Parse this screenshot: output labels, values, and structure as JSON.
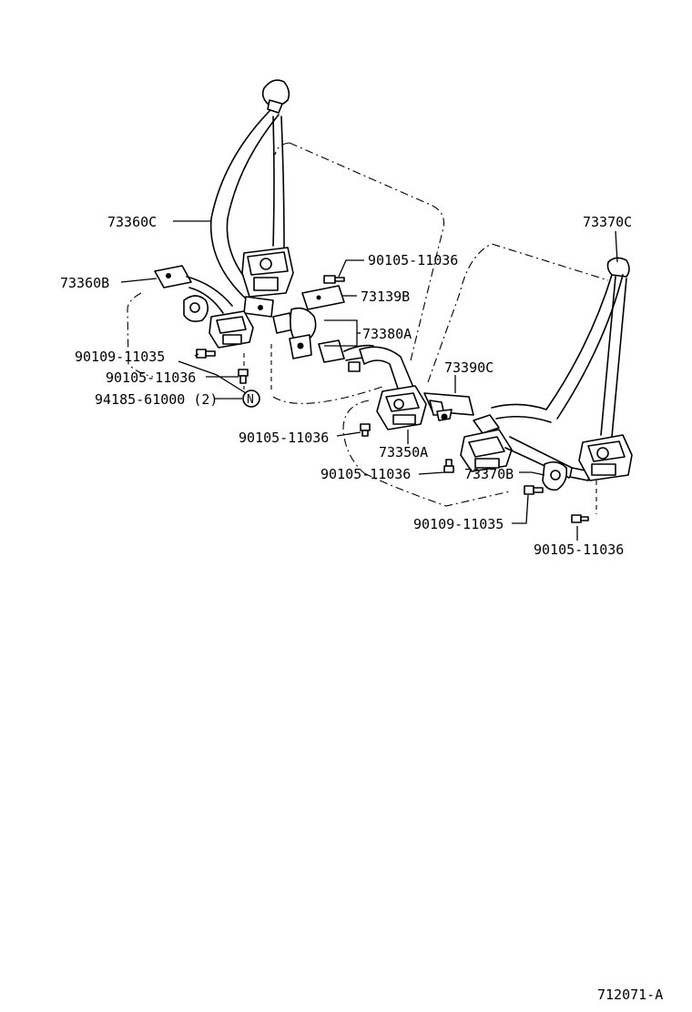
{
  "diagram": {
    "labels": {
      "p73360C": "73360C",
      "p73360B": "73360B",
      "p90105_11036_a": "90105-11036",
      "p73139B": "73139B",
      "p73380A": "73380A",
      "p90109_11035_a": "90109-11035",
      "p90105_11036_b": "90105-11036",
      "p94185_61000": "94185-61000 (2)",
      "p73370C": "73370C",
      "p73390C": "73390C",
      "p90105_11036_c": "90105-11036",
      "p73350A": "73350A",
      "p90105_11036_d": "90105-11036",
      "p73370B": "73370B",
      "p90109_11035_b": "90109-11035",
      "p90105_11036_e": "90105-11036",
      "nut_letter": "N"
    },
    "figure_code": "712071-A"
  }
}
